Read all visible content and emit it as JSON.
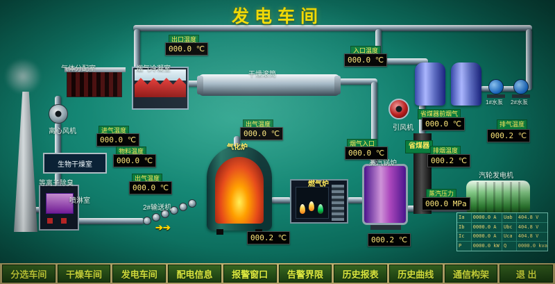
{
  "title": "发电车间",
  "equipment": {
    "gas_dist_room": "气体分配室",
    "flue_cooling_room": "烟气冷凝室",
    "drying_drum": "干燥滚筒",
    "centrifugal_fan": "离心风机",
    "bio_drying_room": "生物干燥室",
    "plasma_deodor": "等离子除臭",
    "spray_room": "喷淋室",
    "gasifier": "气化炉",
    "conveyor": "2#输送机",
    "gas_furnace": "燃气炉",
    "steam_boiler": "蒸汽锅炉",
    "economizer": "省煤器",
    "induced_fan": "引风机",
    "turbine_generator": "汽轮发电机",
    "pump1": "1#水泵",
    "pump2": "2#水泵"
  },
  "displays": {
    "outlet_top": {
      "label": "出口温度",
      "value": "000.0 ℃"
    },
    "inlet": {
      "label": "入口温度",
      "value": "000.0 ℃"
    },
    "intake": {
      "label": "进气温度",
      "value": "000.0 ℃"
    },
    "material": {
      "label": "物料温度",
      "value": "000.0 ℃"
    },
    "outgas_left": {
      "label": "出气温度",
      "value": "000.0 ℃"
    },
    "outgas_mid": {
      "label": "出气温度",
      "value": "000.0 ℃"
    },
    "flue_inlet": {
      "label": "烟气入口",
      "value": "000.0 ℃"
    },
    "eco_front": {
      "label": "省煤器前烟气",
      "value": "000.0 ℃"
    },
    "exhaust": {
      "label": "排烟温度",
      "value": "000.2 ℃"
    },
    "steam_pressure": {
      "label": "蒸汽压力",
      "value": "000.0 MPa"
    },
    "tail": {
      "label": "排气温度",
      "value": "000.2 ℃"
    },
    "gasifier_temp": {
      "value": "000.2 ℃"
    },
    "boiler_temp": {
      "value": "000.2 ℃"
    }
  },
  "generator_table": {
    "rows": [
      [
        "Ia",
        "0000.0 A",
        "Uab",
        "404.8 V"
      ],
      [
        "Ib",
        "0000.0 A",
        "Ubc",
        "404.8 V"
      ],
      [
        "Ic",
        "0000.0 A",
        "Uca",
        "404.8 V"
      ],
      [
        "P",
        "0000.0 kW",
        "Q",
        "0000.0 kvar"
      ]
    ]
  },
  "menu": [
    "分选车间",
    "干燥车间",
    "发电车间",
    "配电信息",
    "报警窗口",
    "告警界限",
    "历史报表",
    "历史曲线",
    "通信构架",
    "退 出"
  ]
}
